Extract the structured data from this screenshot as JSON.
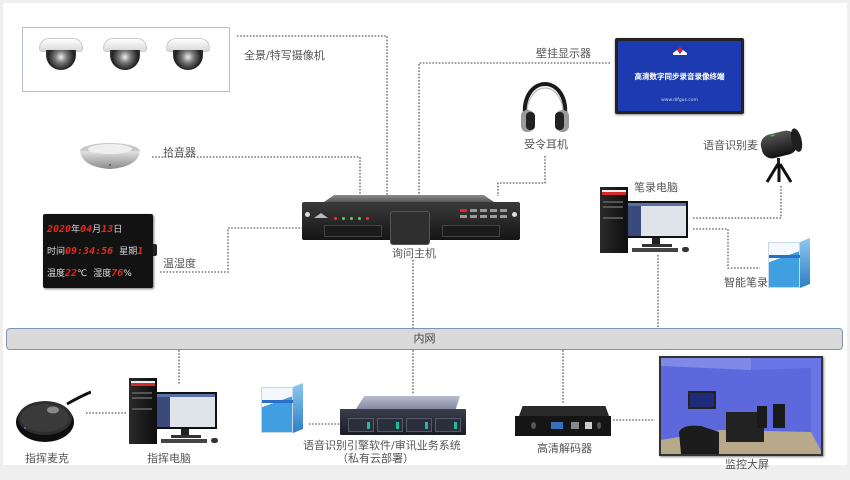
{
  "diagram": {
    "title": "审讯录音录像系统拓扑",
    "nodes": {
      "cameras": {
        "label": "全景/特写摄像机",
        "icon": "dome-camera-icon",
        "count": 3
      },
      "wall_display": {
        "label": "壁挂显示器",
        "icon": "wall-display-icon",
        "screen_title": "高清数字同步录音录像终端",
        "screen_url": "www.dlfgus.com"
      },
      "headphones": {
        "label": "受令耳机",
        "icon": "headphones-icon"
      },
      "pickup": {
        "label": "拾音器",
        "icon": "pickup-microphone-icon"
      },
      "clock": {
        "label": "温湿度",
        "icon": "led-clock-icon",
        "year": "2020",
        "year_unit": "年",
        "month": "04",
        "month_unit": "月",
        "day": "13",
        "day_unit": "日",
        "time_label": "时间",
        "time": "09:34:56",
        "weekday_label": "星期",
        "weekday": "1",
        "temp_label": "温度",
        "temp": "22",
        "temp_unit": "℃",
        "humidity_label": "湿度",
        "humidity": "76",
        "humidity_unit": "%"
      },
      "host": {
        "label": "询问主机",
        "icon": "rack-host-icon"
      },
      "note_pc": {
        "label": "笔录电脑",
        "icon": "desktop-computer-icon"
      },
      "speech_mic": {
        "label": "语音识别麦",
        "icon": "tripod-microphone-icon"
      },
      "smart_notes": {
        "label": "智能笔录",
        "icon": "software-box-icon"
      },
      "network": {
        "label": "内网"
      },
      "command_mic": {
        "label": "指挥麦克",
        "icon": "conference-microphone-icon"
      },
      "command_pc": {
        "label": "指挥电脑",
        "icon": "desktop-computer-icon"
      },
      "server": {
        "label": "语音识别引擎软件/审讯业务系统",
        "sublabel": "（私有云部署）",
        "icon": "rack-server-icon"
      },
      "decoder": {
        "label": "高清解码器",
        "icon": "hd-decoder-icon"
      },
      "big_screen": {
        "label": "监控大屏",
        "icon": "monitor-room-photo-icon"
      }
    },
    "colors": {
      "network_bar_fill": "#dadada",
      "network_bar_border": "#7d94b2",
      "connector_line": "#7a7a7a",
      "display_blue": "#1c3bb0",
      "led_red": "#e8281e"
    }
  }
}
